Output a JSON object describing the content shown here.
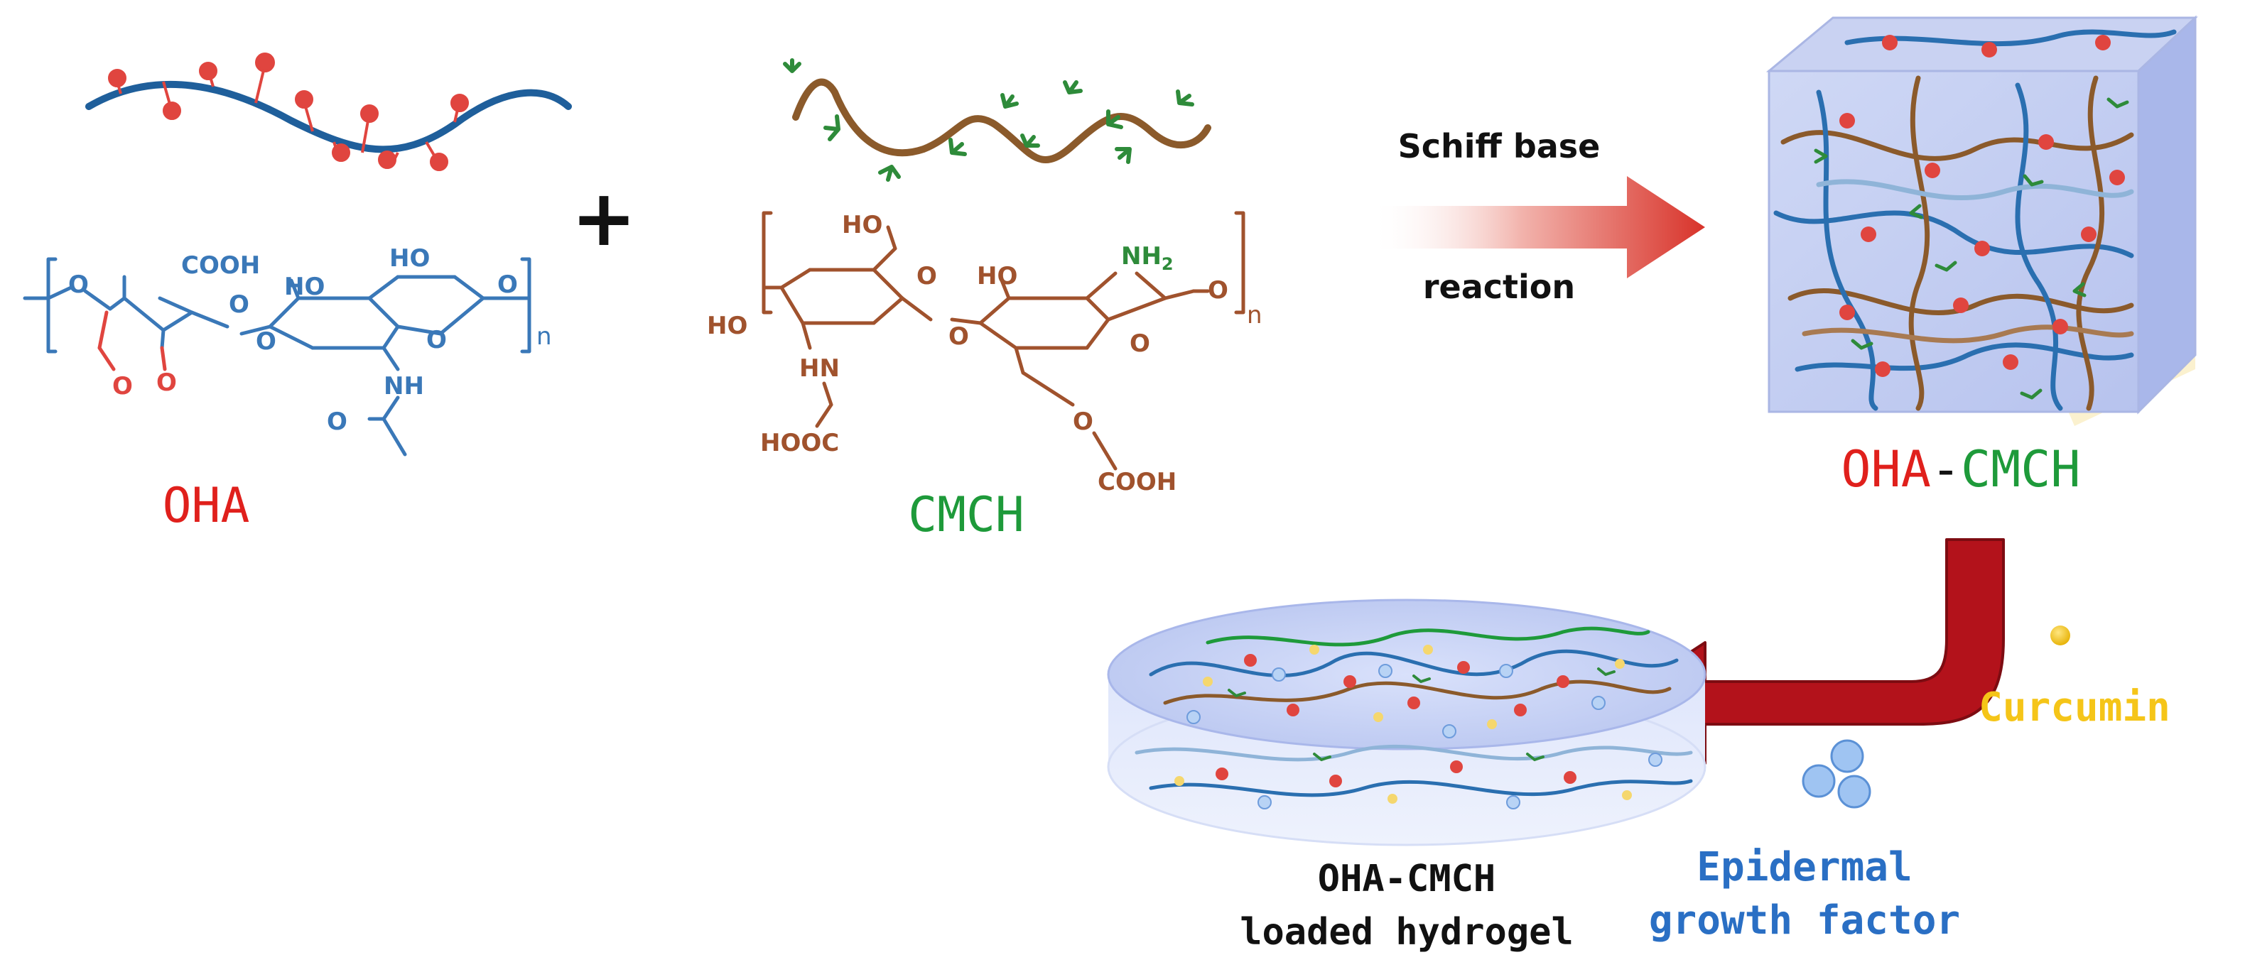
{
  "plus_symbol": "+",
  "oha": {
    "label": "OHA",
    "label_color": "#e0201c",
    "chain_color": "#1f5f9b",
    "bead_color": "#e0453f",
    "structure_color": "#3a78b8",
    "aldehyde_color": "#e0453f",
    "atoms": {
      "cooh": "COOH",
      "ho": "HO",
      "ho2": "HO",
      "o_ring1": "O",
      "o_ring2": "O",
      "o_link_left": "O",
      "o_link_mid": "O",
      "o_right": "O",
      "nh": "NH",
      "o_acetyl": "O",
      "o_ald1": "O",
      "o_ald2": "O",
      "n_sub": "n"
    }
  },
  "cmch": {
    "label": "CMCH",
    "label_color": "#1e9a3a",
    "chain_color": "#8b5a2b",
    "branch_color": "#2e8b3a",
    "structure_color": "#a0522d",
    "atoms": {
      "ho_top": "HO",
      "ho_left": "HO",
      "ho_mid": "HO",
      "hn": "HN",
      "hooc": "HOOC",
      "nh2": "NH2",
      "o_link": "O",
      "o_right": "O",
      "o_ring1": "O",
      "o_ring2": "O",
      "o_ether": "O",
      "cooh": "COOH",
      "n_sub": "n"
    }
  },
  "reaction": {
    "line1": "Schiff base",
    "line2": "reaction",
    "arrow_color": "#d8332a"
  },
  "product": {
    "label_part1": "OHA",
    "label_dash": "-",
    "label_part2": "CMCH",
    "part1_color": "#e0201c",
    "part2_color": "#1e9a3a"
  },
  "loaded": {
    "line1": "OHA-CMCH",
    "line2": "loaded hydrogel"
  },
  "curcumin": {
    "label": "Curcumin",
    "color": "#f5c518"
  },
  "egf": {
    "line1": "Epidermal",
    "line2": "growth factor",
    "color": "#2a6fc4"
  },
  "return_arrow_color": "#b3121b"
}
